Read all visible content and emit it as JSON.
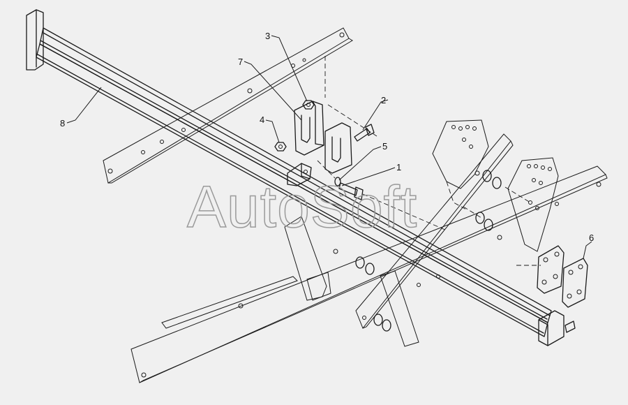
{
  "watermark": "AutoSoft",
  "callouts": [
    {
      "id": "callout-1",
      "label": "1"
    },
    {
      "id": "callout-2",
      "label": "2"
    },
    {
      "id": "callout-3",
      "label": "3"
    },
    {
      "id": "callout-4",
      "label": "4"
    },
    {
      "id": "callout-5",
      "label": "5"
    },
    {
      "id": "callout-6",
      "label": "6"
    },
    {
      "id": "callout-7",
      "label": "7"
    },
    {
      "id": "callout-8",
      "label": "8"
    }
  ]
}
